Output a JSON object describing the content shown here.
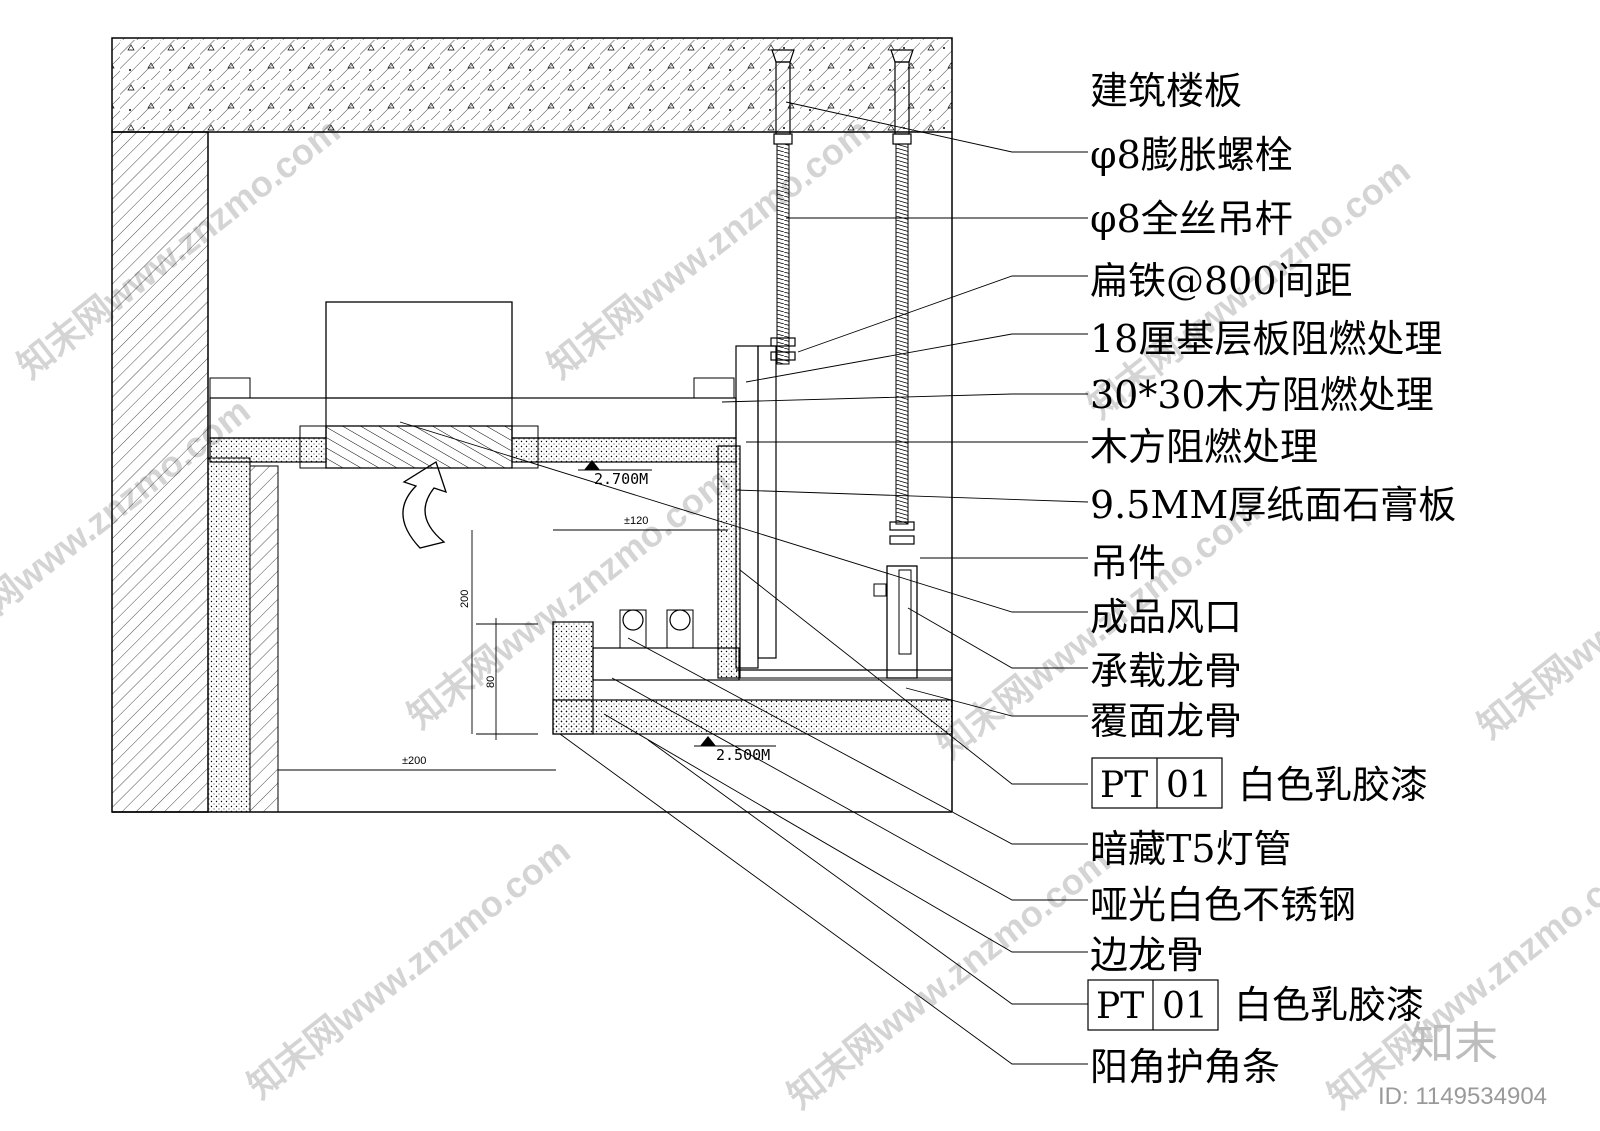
{
  "labels": {
    "floor_slab": "建筑楼板",
    "expansion_bolt": "φ8膨胀螺栓",
    "threaded_rod": "φ8全丝吊杆",
    "flat_iron": "扁铁@800间距",
    "base_board": "18厘基层板阻燃处理",
    "wood_batten_30": "30*30木方阻燃处理",
    "wood_batten": "木方阻燃处理",
    "gypsum_board": "9.5MM厚纸面石膏板",
    "hanger": "吊件",
    "air_vent": "成品风口",
    "main_keel": "承载龙骨",
    "cover_keel": "覆面龙骨",
    "tag1_code": "PT",
    "tag1_num": "01",
    "tag1_text": "白色乳胶漆",
    "t5_lamp": "暗藏T5灯管",
    "stainless": "哑光白色不锈钢",
    "edge_keel": "边龙骨",
    "tag2_code": "PT",
    "tag2_num": "01",
    "tag2_text": "白色乳胶漆",
    "corner_guard": "阳角护角条"
  },
  "dimensions": {
    "elev_upper": "2.700M",
    "elev_lower": "2.500M",
    "dim_120": "±120",
    "dim_200_vertical": "200",
    "dim_80": "80",
    "dim_200_horizontal": "±200"
  },
  "watermark": {
    "text": "知末网www.znzmo.com",
    "brand": "知末",
    "id": "ID: 1149534904"
  }
}
